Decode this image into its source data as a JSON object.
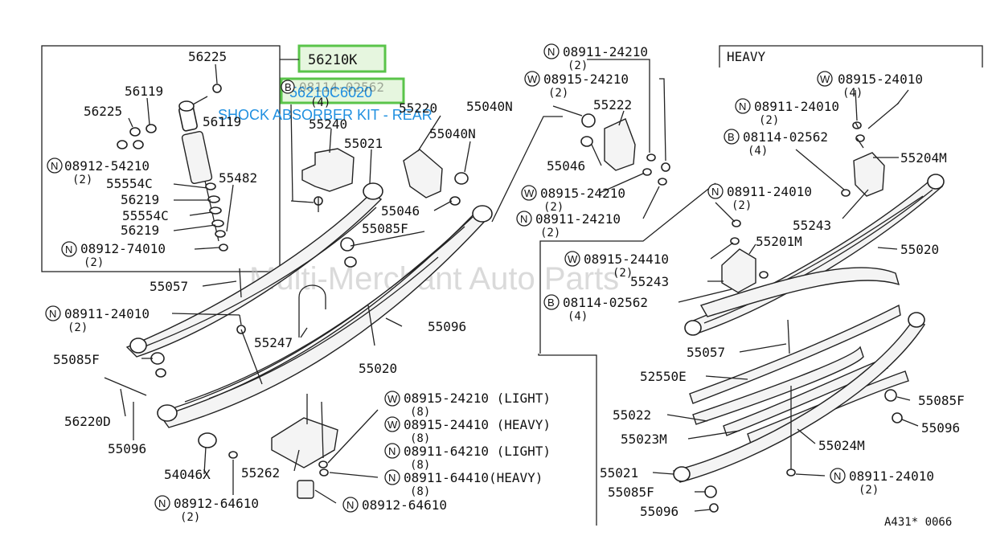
{
  "highlight": {
    "part_no": "56210K",
    "ref_no": "56210C6020",
    "caption": "SHOCK ABSORBER KIT - REAR",
    "accent": "#5ac44a",
    "text_color": "#1f8fe0"
  },
  "watermark": "Multi-Merchant Auto Parts",
  "drawing_code": "A431* 0066",
  "heavy_label": "HEAVY",
  "labels": {
    "l56225a": "56225",
    "l56119a": "56119",
    "l56225b": "56225",
    "l56119b": "56119",
    "l08912_54210": "08912-54210",
    "l08912_54210q": "(2)",
    "l55554Ca": "55554C",
    "l56219a": "56219",
    "l55554Cb": "55554C",
    "l56219b": "56219",
    "l55482": "55482",
    "l08912_74010": "08912-74010",
    "l08912_74010q": "(2)",
    "l08114_02562a": "08114-02562",
    "l08114_02562aq": "(4)",
    "l55240": "55240",
    "l55220": "55220",
    "l55021a": "55021",
    "l55040Na": "55040N",
    "l55046a": "55046",
    "l55085Fa": "55085F",
    "l55057a": "55057",
    "l08911_24010a": "08911-24010",
    "l08911_24010aq": "(2)",
    "l55096a": "55096",
    "l55247": "55247",
    "l55085Fb": "55085F",
    "l55020a": "55020",
    "l56220D": "56220D",
    "l55096b": "55096",
    "l54046X": "54046X",
    "l55262": "55262",
    "l08912_64610a": "08912-64610",
    "l08912_64610aq": "(2)",
    "l08912_64610b": "08912-64610",
    "l08915_24210L": "08915-24210 (LIGHT)",
    "l08915_24210Lq": "(8)",
    "l08915_24410H": "08915-24410 (HEAVY)",
    "l08915_24410Hq": "(8)",
    "l08911_64210L": "08911-64210 (LIGHT)",
    "l08911_64210Lq": "(8)",
    "l08911_64410H": "08911-64410(HEAVY)",
    "l08911_64410Hq": "(8)",
    "l08911_24210a": "08911-24210",
    "l08911_24210aq": "(2)",
    "l08915_24210a": "08915-24210",
    "l08915_24210aq": "(2)",
    "l55040Nb": "55040N",
    "l55222": "55222",
    "l55046b": "55046",
    "l08915_24210b": "08915-24210",
    "l08915_24210bq": "(2)",
    "l08911_24210b": "08911-24210",
    "l08911_24210bq": "(2)",
    "l08915_24010": "08915-24010",
    "l08915_24010q": "(4)",
    "l08911_24010b": "08911-24010",
    "l08911_24010bq": "(2)",
    "l08114_02562b": "08114-02562",
    "l08114_02562bq": "(4)",
    "l55204M": "55204M",
    "l08911_24010c": "08911-24010",
    "l08911_24010cq": "(2)",
    "l55243a": "55243",
    "l55201M": "55201M",
    "l55020b": "55020",
    "l08915_24410": "08915-24410",
    "l08915_24410q": "(2)",
    "l55243b": "55243",
    "l08114_02562c": "08114-02562",
    "l08114_02562cq": "(4)",
    "l55057b": "55057",
    "l52550E": "52550E",
    "l55085Fc": "55085F",
    "l55096c": "55096",
    "l55022": "55022",
    "l55023M": "55023M",
    "l55024M": "55024M",
    "l55021b": "55021",
    "l08911_24010d": "08911-24010",
    "l08911_24010dq": "(2)",
    "l55085Fd": "55085F",
    "l55096d": "55096"
  },
  "prefix": {
    "N": "N",
    "W": "W",
    "B": "B"
  }
}
